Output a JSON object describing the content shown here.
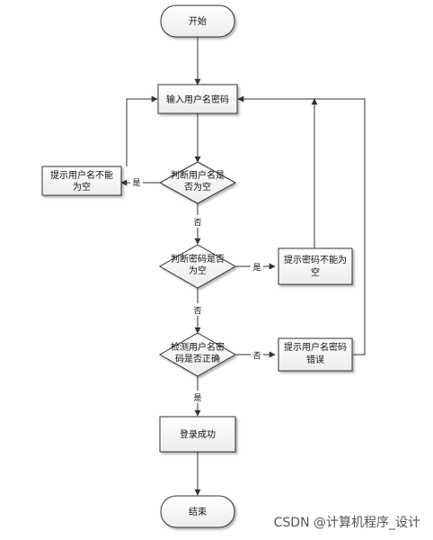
{
  "nodes": {
    "start": "开始",
    "input": "输入用户名密码",
    "check_user": [
      "判断用户名是",
      "否为空"
    ],
    "warn_user": [
      "提示用户名不能",
      "为空"
    ],
    "check_pwd": [
      "判断密码是否",
      "为空"
    ],
    "warn_pwd": [
      "提示密码不能为",
      "空"
    ],
    "check_match": [
      "检测用户名密",
      "码是否正确"
    ],
    "warn_match": [
      "提示用户名密码",
      "错误"
    ],
    "success": "登录成功",
    "end": "结束"
  },
  "edge_labels": {
    "user_yes": "是",
    "user_no": "否",
    "pwd_yes": "是",
    "pwd_no": "否",
    "match_no": "否",
    "match_yes": "是"
  },
  "watermark": "CSDN @计算机程序_设计"
}
